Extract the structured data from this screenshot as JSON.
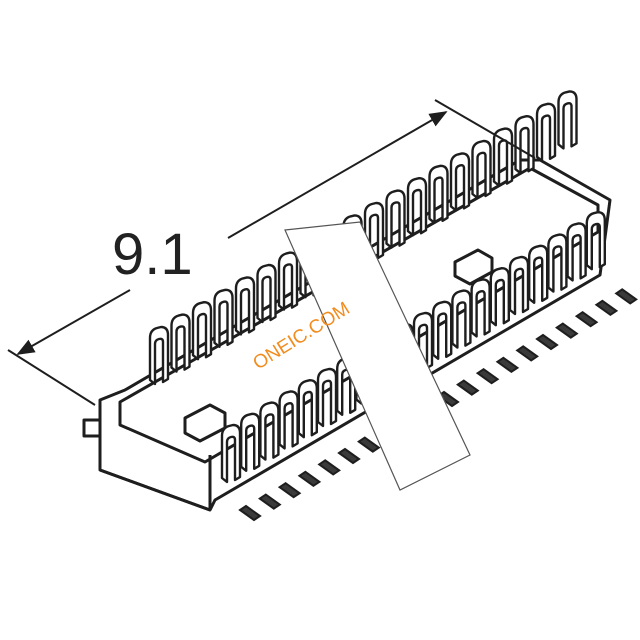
{
  "dimension": {
    "label": "9.1"
  },
  "watermark": {
    "text": "ONEIC.COM",
    "color": "#f28c1e"
  },
  "colors": {
    "line": "#1e1e1e",
    "fill": "#ffffff",
    "shade": "#cfcfcf",
    "dark": "#3a3a3a"
  },
  "connector": {
    "contacts_per_row": 20,
    "rows": 2
  }
}
